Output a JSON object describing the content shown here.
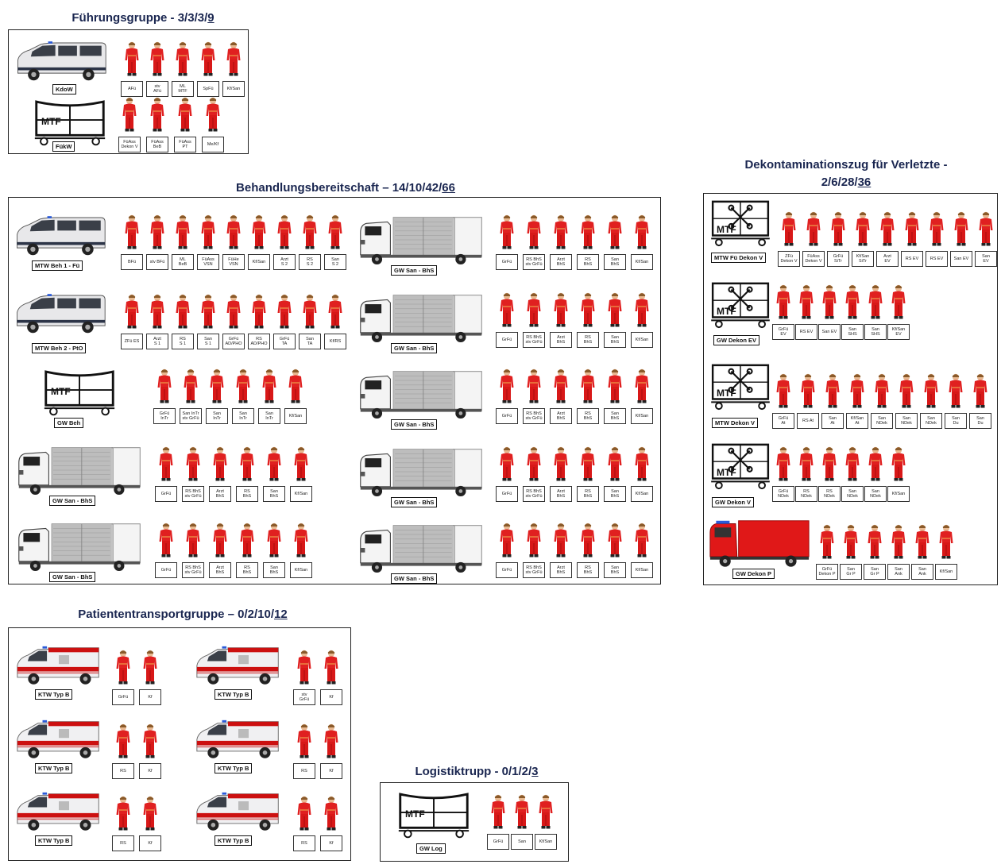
{
  "sections": {
    "fuehrung": {
      "name": "Führungsgruppe - ",
      "nums": "3/3/3/",
      "total": "9"
    },
    "behandlung": {
      "name": "Behandlungsbereitschaft – ",
      "nums": "14/10/42/",
      "total": "66"
    },
    "dekon": {
      "name": "Dekontaminationszug für Verletzte -",
      "nums": "2/6/28/",
      "total": "36"
    },
    "patient": {
      "name": "Patiententransportgruppe – ",
      "nums": "0/2/10/",
      "total": "12"
    },
    "logistik": {
      "name": "Logistiktrupp - ",
      "nums": "0/1/2/",
      "total": "3"
    }
  },
  "vehicle_labels": {
    "kdow": "KdoW",
    "fuekw": "FükW",
    "mtf_text": "MTF",
    "mtw_beh1": "MTW Beh 1 - Fü",
    "mtw_beh2": "MTW  Beh 2 - PtO",
    "gw_beh": "GW Beh",
    "gw_san": "GW San - BhS",
    "mtw_fue_dekon": "MTW Fü Dekon V",
    "gw_dekon_ev": "GW Dekon EV",
    "mtw_dekon": "MTW Dekon V",
    "gw_dekon_v": "GW Dekon V",
    "gw_dekon_p": "GW Dekon P",
    "ktw": "KTW Typ B",
    "gw_log": "GW Log"
  },
  "roles": {
    "fg1": [
      "AFü",
      "stv\nAFü",
      "ML\nMTF",
      "SpFü",
      "Kf/San"
    ],
    "fg2": [
      "FüAss\nDekon V",
      "FüAss\nBeB",
      "FüAss\nPT",
      "Me/Kf"
    ],
    "beh1": [
      "BFü",
      "stv BFü",
      "ML\nBeB",
      "FüAss\nVSN",
      "FüHe\nVSN",
      "Kf/San",
      "Arzt\nS 2",
      "RS\nS 2",
      "San\nS 2"
    ],
    "beh2": [
      "ZFü ES",
      "Arzt\nS 1",
      "RS\nS 1",
      "San\nS 1",
      "GrFü\nAD/PHO",
      "RS\nAD/PHO",
      "GrFü\nTA",
      "San\nTA",
      "Kf/RS"
    ],
    "gwbeh": [
      "GrFü\nInTr",
      "San InTr\nstv GrFü",
      "San\nInTr",
      "San\nInTr",
      "San\nInTr",
      "Kf/San"
    ],
    "bhs": [
      "GrFü",
      "RS BhS\nstv GrFü",
      "Arzt\nBhS",
      "RS\nBhS",
      "San\nBhS",
      "Kf/San"
    ],
    "dk1": [
      "ZFü\nDekon V",
      "FüAss\nDekon V",
      "GrFü\nSiTr",
      "Kf/San\nSiTr",
      "Arzt\nEV",
      "RS EV",
      "RS EV",
      "San EV",
      "San\nEV"
    ],
    "dk2": [
      "GrFü\nEV",
      "RS EV",
      "San EV",
      "San\nSHS",
      "San\nSHS",
      "Kf/San\nEV"
    ],
    "dk3": [
      "GrFü\nAt",
      "RS At",
      "San\nAt",
      "Kf/San\nAt",
      "San\nNDek",
      "San\nNDek",
      "San\nNDek",
      "San\nDu",
      "San\nDu"
    ],
    "dk4": [
      "GrFü\nNDek",
      "RS\nNDek",
      "RS\nNDek",
      "San\nNDek",
      "San\nNDek",
      "Kf/San"
    ],
    "dk5": [
      "GrFü\nDekon P",
      "San\nGr P",
      "San\nGr P",
      "San\nAnk",
      "San\nAnk",
      "Kf/San"
    ],
    "pt1": [
      "GrFü",
      "Kf"
    ],
    "pt2": [
      "stv\nGrFü",
      "Kf"
    ],
    "pt3": [
      "RS",
      "Kf"
    ],
    "log": [
      "GrFü",
      "San",
      "Kf/San"
    ]
  },
  "colors": {
    "person_red": "#e02020",
    "title_blue": "#1a2650",
    "truck_red": "#e01818",
    "ambulance_red": "#cc1010"
  }
}
